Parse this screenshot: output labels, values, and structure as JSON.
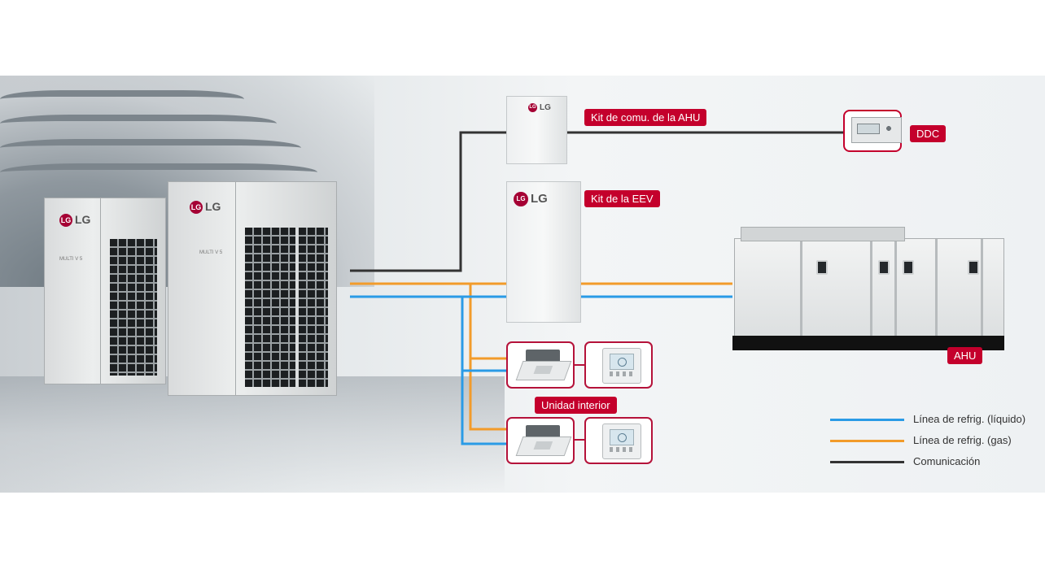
{
  "labels": {
    "ahu_kit": "Kit de comu. de la AHU",
    "eev_kit": "Kit de la EEV",
    "ddc": "DDC",
    "ahu": "AHU",
    "indoor_unit": "Unidad interior"
  },
  "brand": {
    "logo_text": "LG",
    "outdoor_model": "MULTI V 5"
  },
  "legend": [
    {
      "label": "Línea de refrig. (líquido)",
      "color": "#2a9be6"
    },
    {
      "label": "Línea de refrig. (gas)",
      "color": "#f29b2a"
    },
    {
      "label": "Comunicación",
      "color": "#333333"
    }
  ],
  "colors": {
    "accent": "#c4002c",
    "liquid": "#2a9be6",
    "gas": "#f29b2a",
    "communication": "#333333"
  }
}
